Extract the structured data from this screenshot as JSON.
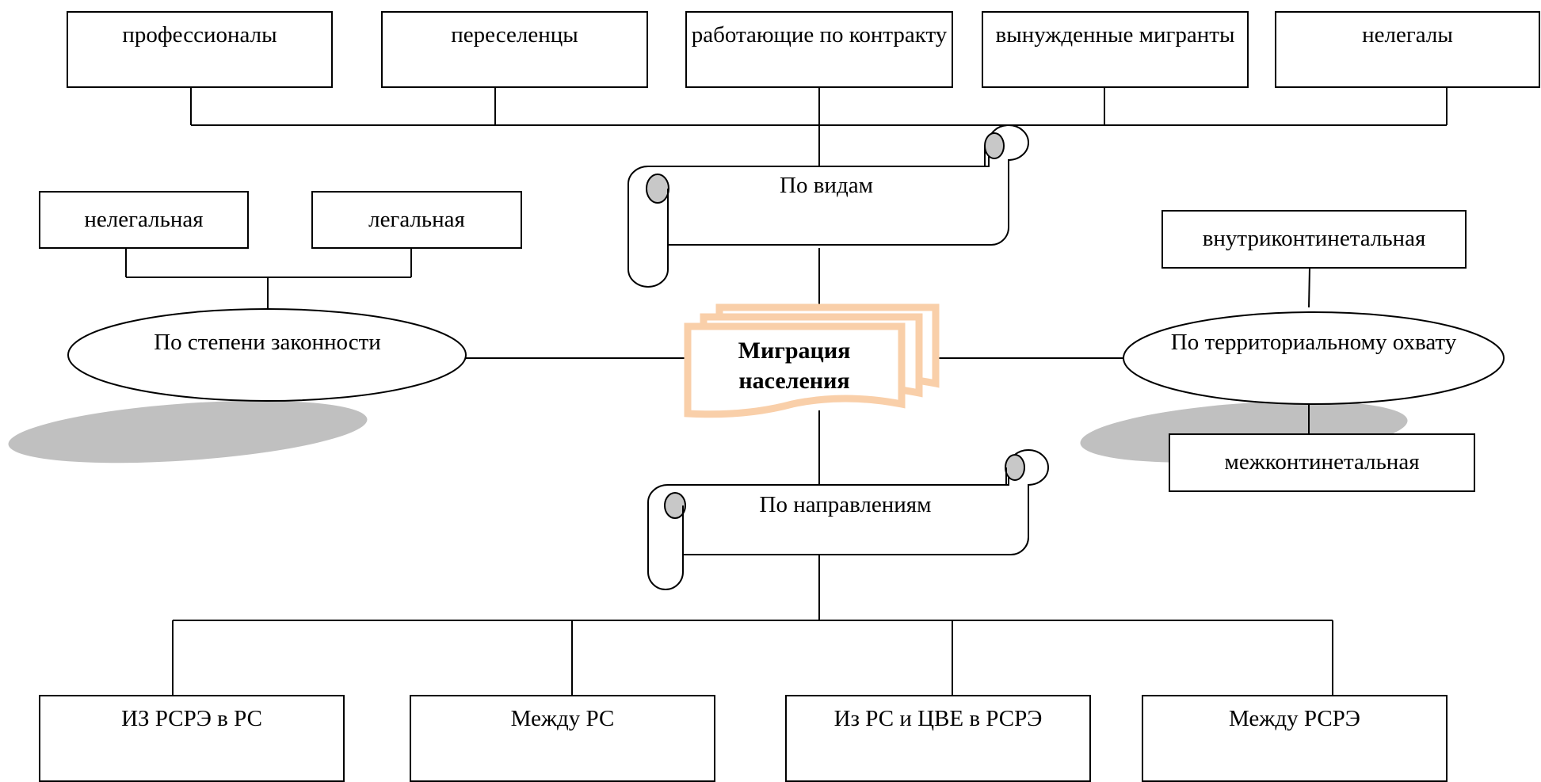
{
  "center": {
    "line1": "Миграция",
    "line2": "населения"
  },
  "types": {
    "title": "По видам",
    "items": [
      "профессионалы",
      "переселенцы",
      "работающие по контракту",
      "вынужденные мигранты",
      "нелегалы"
    ]
  },
  "legality": {
    "title": "По степени законности",
    "items": [
      "нелегальная",
      "легальная"
    ]
  },
  "territory": {
    "title": "По территориальному охвату",
    "top": "внутриконтинетальная",
    "bottom": "межконтинетальная"
  },
  "directions": {
    "title": "По направлениям",
    "items": [
      "ИЗ РСРЭ в РС",
      "Между РС",
      "Из РС и ЦВЕ в РСРЭ",
      "Между РСРЭ"
    ]
  },
  "colors": {
    "accent": "#f9cfa9",
    "shadow": "#c0c0c0",
    "scroll_fill": "#c8c8c8"
  }
}
